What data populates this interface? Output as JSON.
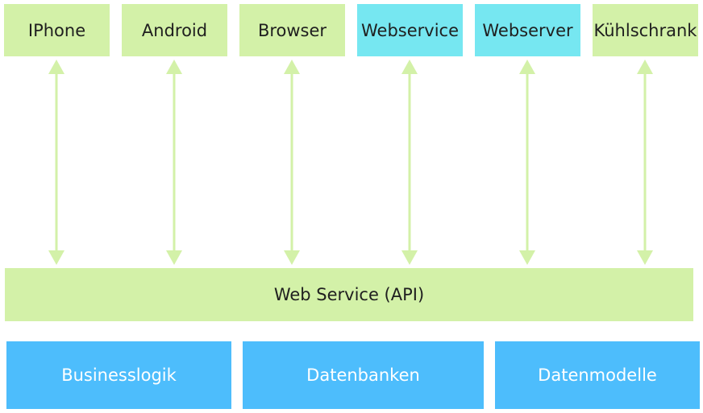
{
  "clients": [
    {
      "label": "IPhone",
      "color": "#d3f1a8"
    },
    {
      "label": "Android",
      "color": "#d3f1a8"
    },
    {
      "label": "Browser",
      "color": "#d3f1a8"
    },
    {
      "label": "Webservice",
      "color": "#76e7f1"
    },
    {
      "label": "Webserver",
      "color": "#76e7f1"
    },
    {
      "label": "Kühlschrank",
      "color": "#d3f1a8"
    }
  ],
  "api": {
    "label": "Web Service (API)",
    "color": "#d3f1a8"
  },
  "backend": [
    {
      "label": "Businesslogik"
    },
    {
      "label": "Datenbanken"
    },
    {
      "label": "Datenmodelle"
    }
  ],
  "colors": {
    "arrow": "#d3f1a8",
    "backend": "#4dbdfc",
    "backend_text": "#ffffff",
    "client_text": "#1f1f1f"
  }
}
